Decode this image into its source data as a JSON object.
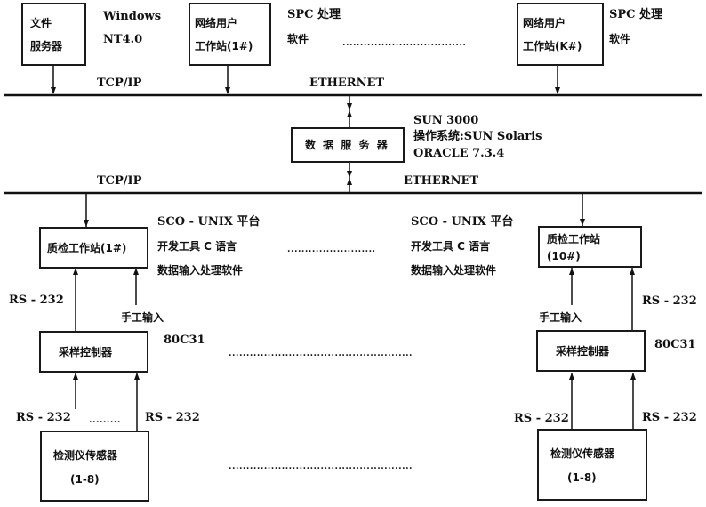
{
  "title": "SPC 质检网络系统结构图",
  "top_tier": {
    "file_server": {
      "line1": "文件",
      "line2": "服务器",
      "os_line1": "Windows",
      "os_line2": "NT4.0"
    },
    "user_ws_1": {
      "line1": "网络用户",
      "line2": "工作站(1#)",
      "sw_line1": "SPC 处理",
      "sw_line2": "软件"
    },
    "user_ws_k": {
      "line1": "网络用户",
      "line2": "工作站(K#)",
      "sw_line1": "SPC 处理",
      "sw_line2": "软件"
    },
    "ellipsis": "..................................."
  },
  "bus_top": {
    "protocol": "TCP/IP",
    "network": "ETHERNET"
  },
  "db_server": {
    "label": "数 据 服 务 器",
    "spec_line1": "SUN 3000",
    "spec_line2": "操作系统:SUN Solaris",
    "spec_line3": "ORACLE 7.3.4"
  },
  "bus_bottom": {
    "protocol": "TCP/IP",
    "network": "ETHERNET"
  },
  "qc_tier": {
    "ws_1": {
      "label": "质检工作站(1#)"
    },
    "ws_10": {
      "line1": "质检工作站",
      "line2": "(10#)"
    },
    "platform_left": {
      "line1": "SCO - UNIX 平台",
      "line2": "开发工具 C 语言",
      "line3": "数据输入处理软件"
    },
    "platform_right": {
      "line1": "SCO - UNIX 平台",
      "line2": "开发工具 C 语言",
      "line3": "数据输入处理软件"
    },
    "ellipsis": "........................."
  },
  "links": {
    "rs232": "RS - 232",
    "manual_input": "手工输入",
    "mcu": "80C31",
    "small_ellipsis": "........."
  },
  "controller_tier": {
    "left": {
      "label": "采样控制器"
    },
    "right": {
      "label": "采样控制器"
    },
    "ellipsis": "...................................................."
  },
  "sensor_tier": {
    "left": {
      "line1": "检测仪传感器",
      "line2": "(1-8)"
    },
    "right": {
      "line1": "检测仪传感器",
      "line2": "(1-8)"
    },
    "ellipsis": "...................................................."
  }
}
